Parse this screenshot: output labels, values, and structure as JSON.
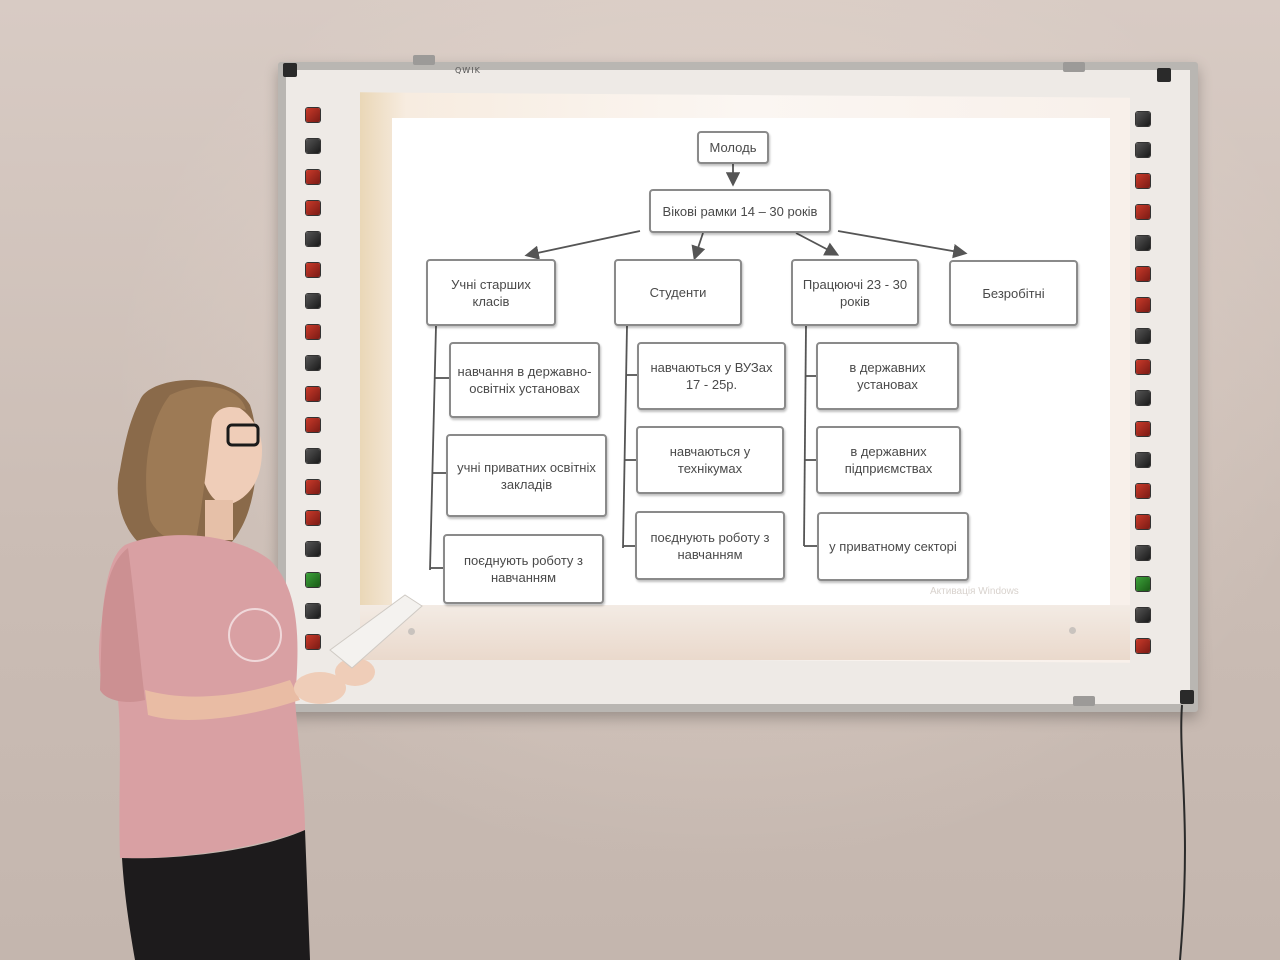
{
  "board": {
    "logo": "QWIK"
  },
  "slide": {
    "root": "Молодь",
    "age": "Вікові рамки 14 – 30 років",
    "categories": [
      {
        "label": "Учні старших класів",
        "children": [
          "навчання в державно-освітніх установах",
          "учні приватних освітніх закладів",
          "поєднують роботу з навчанням"
        ]
      },
      {
        "label": "Студенти",
        "children": [
          "навчаються у ВУЗах 17 - 25р.",
          "навчаються у технікумах",
          "поєднують роботу з навчанням"
        ]
      },
      {
        "label": "Працюючі 23 - 30 років",
        "children": [
          "в державних установах",
          "в державних підприємствах",
          "у приватному секторі"
        ]
      },
      {
        "label": "Безробітні",
        "children": []
      }
    ],
    "watermark": "Активація Windows"
  },
  "colors": {
    "box_border": "#8a8a8a",
    "text": "#4a4a4a",
    "shirt": "#d79ea0",
    "wall": "#d0c2ba"
  }
}
